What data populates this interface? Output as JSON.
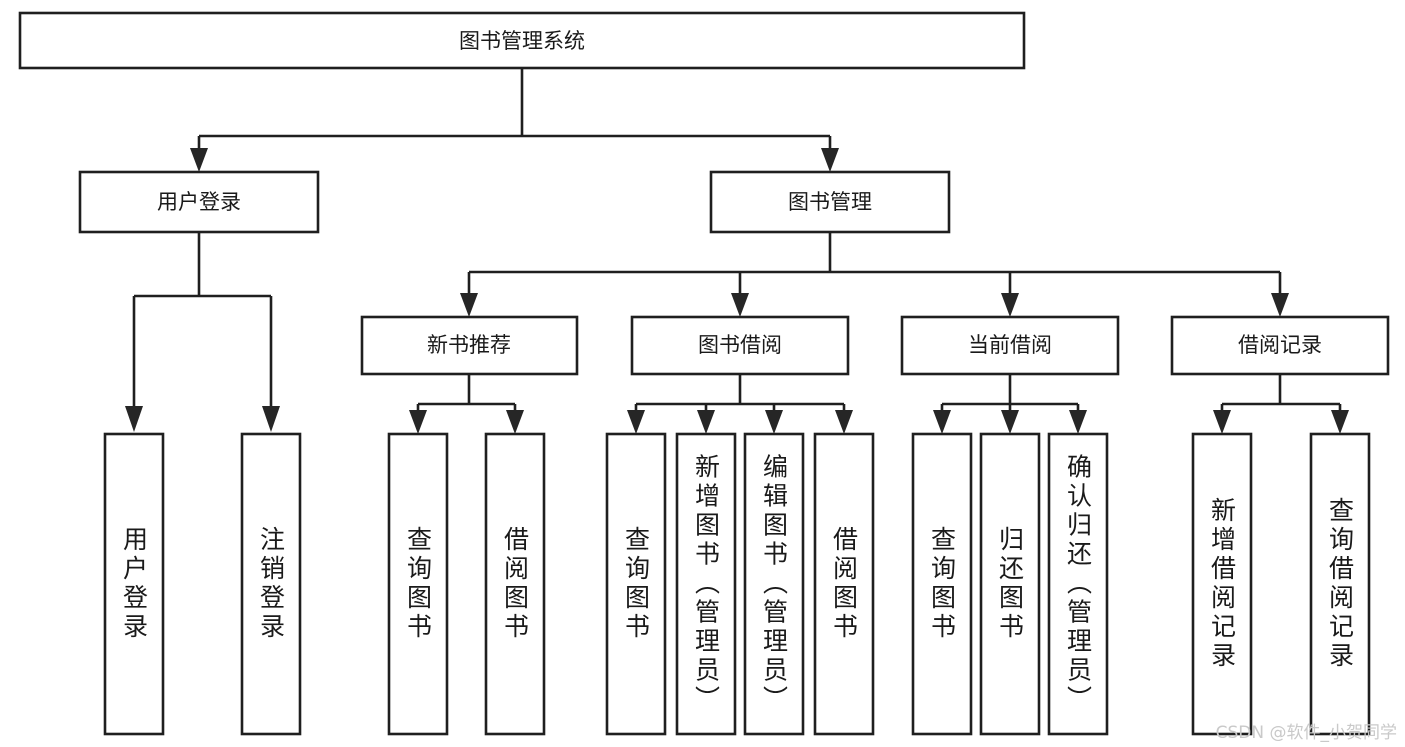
{
  "diagram": {
    "title": "图书管理系统",
    "type": "tree-hierarchy-chart",
    "watermark": "CSDN @软件_小贺同学",
    "colors": {
      "box_stroke": "#1f1f1f",
      "box_fill": "#ffffff",
      "text": "#1a1a1a",
      "background": "#ffffff",
      "watermark": "#c9c9c9"
    },
    "root": {
      "label": "图书管理系统"
    },
    "level2": [
      {
        "label": "用户登录"
      },
      {
        "label": "图书管理"
      }
    ],
    "level3": [
      {
        "label": "新书推荐"
      },
      {
        "label": "图书借阅"
      },
      {
        "label": "当前借阅"
      },
      {
        "label": "借阅记录"
      }
    ],
    "leaves": {
      "user_login": [
        {
          "label": "用户登录"
        },
        {
          "label": "注销登录"
        }
      ],
      "new_book_recommend": [
        {
          "label": "查询图书"
        },
        {
          "label": "借阅图书"
        }
      ],
      "book_borrow": [
        {
          "label": "查询图书"
        },
        {
          "label": "新增图书（管理员）"
        },
        {
          "label": "编辑图书（管理员）"
        },
        {
          "label": "借阅图书"
        }
      ],
      "current_borrow": [
        {
          "label": "查询图书"
        },
        {
          "label": "归还图书"
        },
        {
          "label": "确认归还（管理员）"
        }
      ],
      "borrow_record": [
        {
          "label": "新增借阅记录"
        },
        {
          "label": "查询借阅记录"
        }
      ]
    }
  }
}
